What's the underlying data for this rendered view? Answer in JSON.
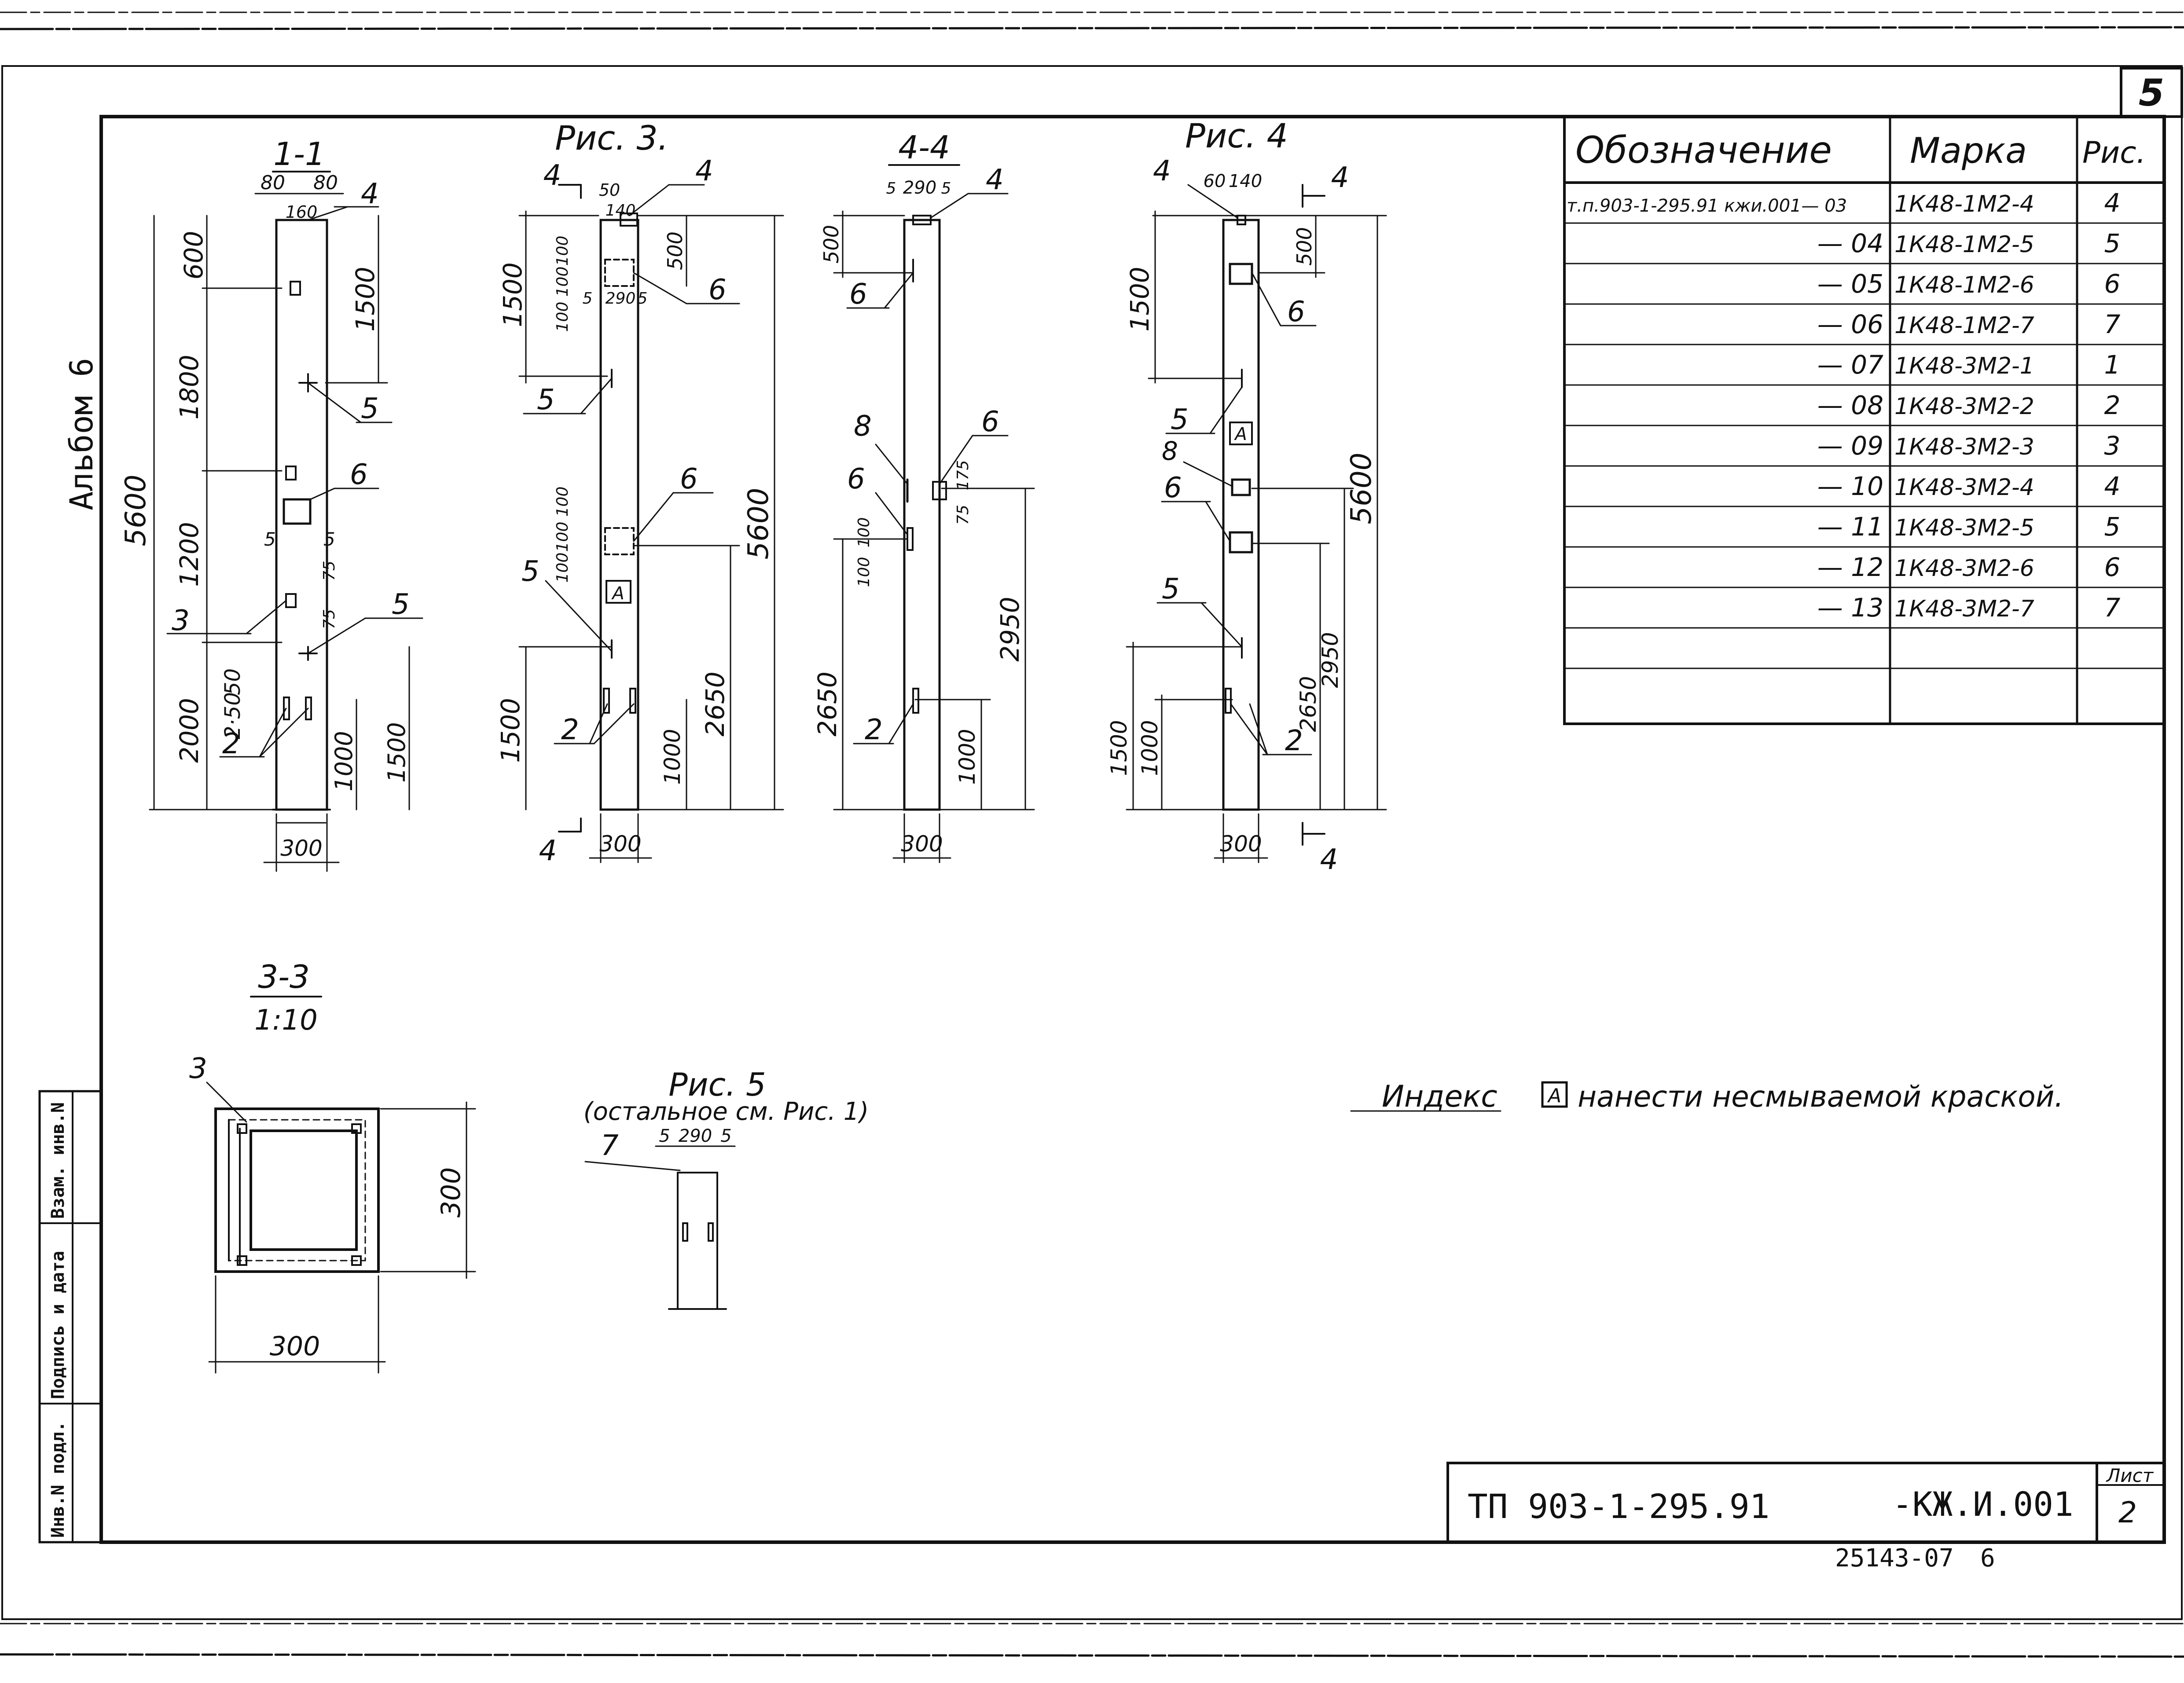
{
  "sheet": {
    "corner_number": "5",
    "album_label": "Альбом 6",
    "code": "ТП 903-1-295.91",
    "doc_suffix": "-КЖ.И.001",
    "sheet_label": "Лист",
    "sheet_number": "2",
    "archive_number": "25143-07",
    "archive_page": "6",
    "margin_labels": [
      "Инв.N подл.",
      "Подпись и дата",
      "Взам. инв.N"
    ]
  },
  "table": {
    "headers": [
      "Обозначение",
      "Марка",
      "Рис."
    ],
    "rows": [
      {
        "designation": "т.п.903-1-295.91 кжи.001— 03",
        "mark": "1К48-1М2-4",
        "fig": "4"
      },
      {
        "designation": "— 04",
        "mark": "1К48-1М2-5",
        "fig": "5"
      },
      {
        "designation": "— 05",
        "mark": "1К48-1М2-6",
        "fig": "6"
      },
      {
        "designation": "— 06",
        "mark": "1К48-1М2-7",
        "fig": "7"
      },
      {
        "designation": "— 07",
        "mark": "1К48-3М2-1",
        "fig": "1"
      },
      {
        "designation": "— 08",
        "mark": "1К48-3М2-2",
        "fig": "2"
      },
      {
        "designation": "— 09",
        "mark": "1К48-3М2-3",
        "fig": "3"
      },
      {
        "designation": "— 10",
        "mark": "1К48-3М2-4",
        "fig": "4"
      },
      {
        "designation": "— 11",
        "mark": "1К48-3М2-5",
        "fig": "5"
      },
      {
        "designation": "— 12",
        "mark": "1К48-3М2-6",
        "fig": "6"
      },
      {
        "designation": "— 13",
        "mark": "1К48-3М2-7",
        "fig": "7"
      }
    ]
  },
  "views": {
    "section_1_1": {
      "title": "1-1",
      "dims": [
        "80",
        "80",
        "160",
        "600",
        "1800",
        "1200",
        "2000",
        "5600",
        "1500",
        "1000",
        "1500",
        "300",
        "5",
        "5",
        "75",
        "75",
        "2·50",
        "50"
      ],
      "callouts": [
        "4",
        "5",
        "6",
        "3",
        "5",
        "2"
      ]
    },
    "fig_3": {
      "title": "Рис. 3.",
      "section_mark": "4",
      "dims": [
        "50",
        "140",
        "1500",
        "100",
        "100",
        "100",
        "5",
        "290",
        "5",
        "500",
        "100",
        "100",
        "100",
        "5600",
        "2650",
        "1500",
        "1000",
        "300"
      ],
      "callouts": [
        "4",
        "6",
        "5",
        "6",
        "5",
        "2"
      ]
    },
    "section_4_4": {
      "title": "4-4",
      "dims": [
        "5",
        "290",
        "5",
        "500",
        "175",
        "75",
        "100",
        "100",
        "2950",
        "2650",
        "1000",
        "300"
      ],
      "callouts": [
        "4",
        "6",
        "8",
        "6",
        "6",
        "2"
      ]
    },
    "fig_4": {
      "title": "Рис. 4",
      "section_mark": "4",
      "dims": [
        "60",
        "140",
        "500",
        "1500",
        "5600",
        "2950",
        "2650",
        "1500",
        "1000",
        "300"
      ],
      "callouts": [
        "4",
        "6",
        "5",
        "8",
        "6",
        "5",
        "2"
      ]
    },
    "section_3_3": {
      "title": "3-3",
      "scale": "1:10",
      "dims": [
        "300",
        "300"
      ],
      "callouts": [
        "3"
      ]
    },
    "fig_5": {
      "title": "Рис. 5",
      "note": "(остальное см. Рис. 1)",
      "dims": [
        "5",
        "290",
        "5"
      ],
      "callouts": [
        "7"
      ]
    }
  },
  "index_mark": "А",
  "index_note": {
    "lead": "Индекс",
    "text": "нанести несмываемой краской."
  }
}
